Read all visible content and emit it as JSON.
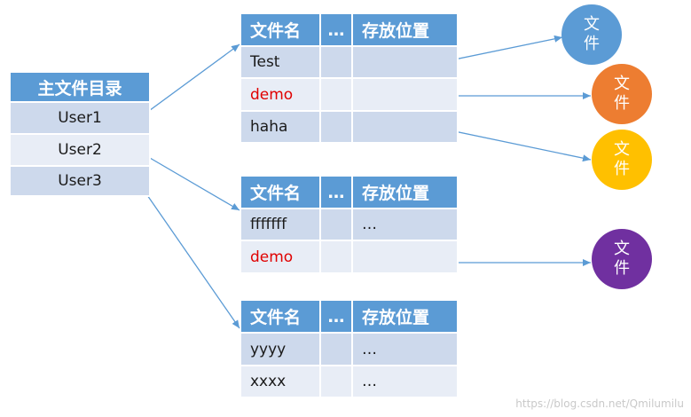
{
  "directory": {
    "title": "主文件目录",
    "users": [
      "User1",
      "User2",
      "User3"
    ]
  },
  "tables": [
    {
      "headers": [
        "文件名",
        "…",
        "存放位置"
      ],
      "rows": [
        {
          "name": "Test",
          "mid": "",
          "loc": ""
        },
        {
          "name": "demo",
          "mid": "",
          "loc": ""
        },
        {
          "name": "haha",
          "mid": "",
          "loc": ""
        }
      ]
    },
    {
      "headers": [
        "文件名",
        "…",
        "存放位置"
      ],
      "rows": [
        {
          "name": "fffffff",
          "mid": "",
          "loc": "…"
        },
        {
          "name": "demo",
          "mid": "",
          "loc": ""
        }
      ]
    },
    {
      "headers": [
        "文件名",
        "…",
        "存放位置"
      ],
      "rows": [
        {
          "name": "yyyy",
          "mid": "",
          "loc": "…"
        },
        {
          "name": "xxxx",
          "mid": "",
          "loc": "…"
        }
      ]
    }
  ],
  "files": [
    {
      "line1": "文",
      "line2": "件",
      "color": "#5b9bd5"
    },
    {
      "line1": "文",
      "line2": "件",
      "color": "#ed7d31"
    },
    {
      "line1": "文",
      "line2": "件",
      "color": "#ffc000"
    },
    {
      "line1": "文",
      "line2": "件",
      "color": "#7030a0"
    }
  ],
  "highlight_color": "#e00000",
  "watermark": "https://blog.csdn.net/Qmilumilu"
}
